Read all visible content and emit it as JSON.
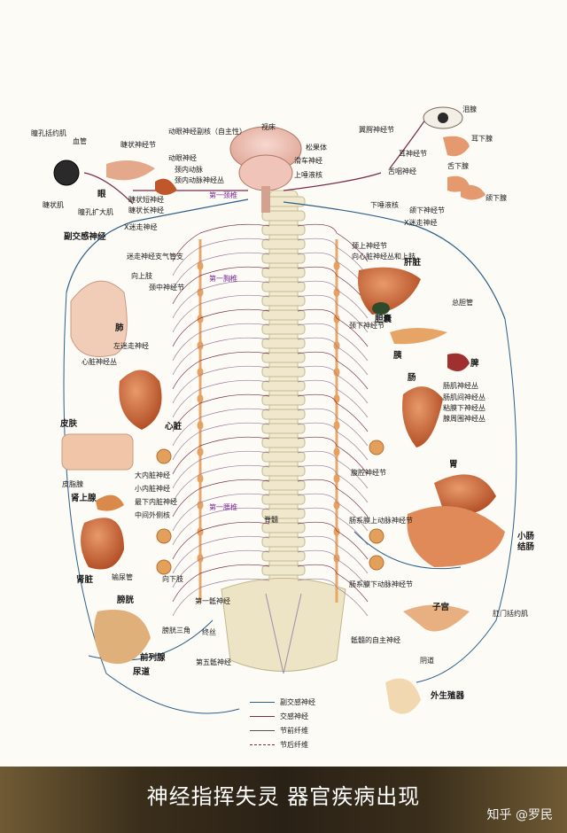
{
  "banner": {
    "title": "神经指挥失灵 器官疾病出现",
    "watermark": "知乎 @罗民"
  },
  "colors": {
    "parasympathetic": "#2c5f8a",
    "sympathetic": "#7a2a4a",
    "spine_bone": "#e9e2c2",
    "chain": "#e8a86a",
    "organ": "#c0572b"
  },
  "labels": {
    "brain": {
      "thalamus": "视床",
      "pineal": "松果体",
      "trochlear": "滑车神经",
      "upper_saliva": "上唾液核",
      "oculomotor_nucleus": "动眼神经副核（自主性）"
    },
    "eye_left": {
      "pupil_sphincter": "瞳孔括约肌",
      "vessel": "血管",
      "ciliary_nerve": "睫状神经节",
      "oculomotor": "动眼神经",
      "carotid": "颈内动脉",
      "carotid_plexus": "颈内动脉神经丛",
      "ciliary_body": "睫状肌",
      "eye": "眼",
      "pupil_dilator": "瞳孔扩大肌",
      "ciliary_short": "睫状短神经",
      "ciliary_long": "睫状长神经"
    },
    "right_head": {
      "pterygopalatine": "翼腭神经节",
      "lacrimal": "泪腺",
      "ear_lower": "耳下腺",
      "otic": "耳神经节",
      "tongue_lower": "舌下腺",
      "glossopharyngeal": "舌咽神经",
      "jaw_lower": "颌下腺",
      "lower_saliva": "下唾液核",
      "submandibular_ganglion": "颌下神经节",
      "vagus_right": "X迷走神经"
    },
    "thorax_left": {
      "first_cervical": "第一颈椎",
      "vagus_left": "X迷走神经",
      "parasympathetic": "副交感神经",
      "vagus_bronchial": "迷走神经支气管支",
      "upper_limb": "向上肢",
      "cervical_middle": "颈中神经节",
      "lung": "肺",
      "left_vagus": "左迷走神经",
      "cardiac_plexus": "心脏神经丛",
      "heart": "心脏",
      "first_thoracic": "第一胸椎"
    },
    "abdomen_left": {
      "skin": "皮肤",
      "sweat": "皮脂腺",
      "adrenal": "肾上腺",
      "greater_splanchnic": "大内脏神经",
      "lesser_splanchnic": "小内脏神经",
      "least_splanchnic": "最下内脏神经",
      "intermediolateral": "中间外侧核",
      "first_lumbar": "第一腰椎",
      "kidney": "肾脏",
      "ureter": "输尿管",
      "lower_limb": "向下肢",
      "first_sacral": "第一骶神经",
      "bladder": "膀胱",
      "bladder_triangle": "膀胱三角",
      "sciatic": "终丝",
      "prostate": "前列腺",
      "urethra": "尿道",
      "fifth_sacral": "第五骶神经",
      "spinal_cord": "脊髓"
    },
    "abdomen_right": {
      "upper_cervical": "颈上神经节",
      "cardiac_nerve": "向心脏神经丛和上肢",
      "liver": "肝脏",
      "gallbladder": "胆囊",
      "bile_duct": "总胆管",
      "cervical_lower": "颈下神经节",
      "pancreas": "胰",
      "spleen": "脾",
      "intestine": "肠",
      "myenteric": "肠肌神经丛",
      "submucous": "肠肌间神经丛",
      "mucosal": "粘膜下神经丛",
      "glandular": "腺周围神经丛",
      "celiac": "腹腔神经节",
      "stomach": "胃",
      "superior_mesenteric": "肠系膜上动脉神经节",
      "small_intestine": "小肠",
      "colon": "结肠",
      "inferior_mesenteric": "肠系膜下动脉神经节",
      "uterus": "子宫",
      "anal_sphincter": "肛门括约肌",
      "sacral_autonomic": "骶髓的自主神经",
      "vagina": "阴道",
      "genitals": "外生殖器"
    }
  },
  "legend": [
    {
      "label": "副交感神经",
      "color": "#2c5f8a",
      "dash": "solid"
    },
    {
      "label": "交感神经",
      "color": "#7a2a4a",
      "dash": "solid"
    },
    {
      "label": "节前纤维",
      "color": "#555555",
      "dash": "solid"
    },
    {
      "label": "节后纤维",
      "color": "#7a2a4a",
      "dash": "dashed"
    }
  ]
}
